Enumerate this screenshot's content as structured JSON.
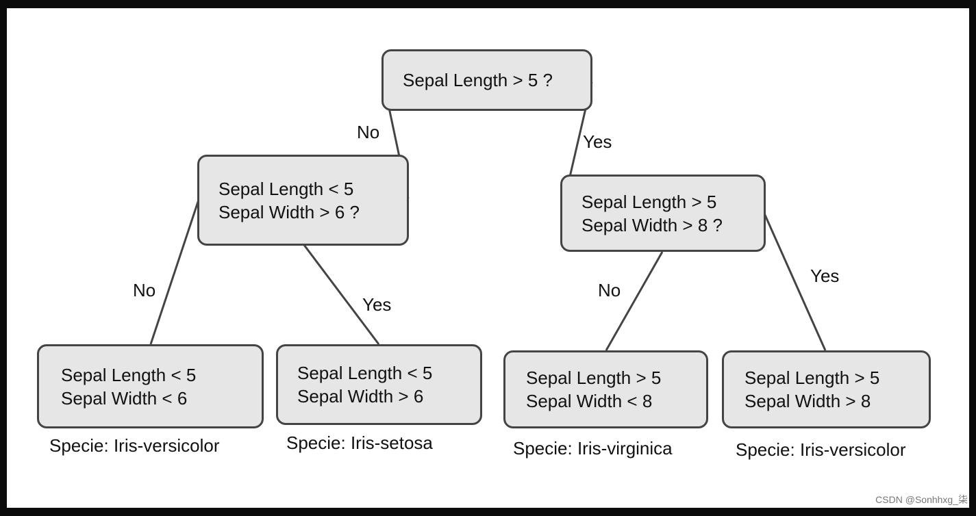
{
  "tree": {
    "root": {
      "lines": [
        "Sepal Length > 5 ?"
      ]
    },
    "left": {
      "lines": [
        "Sepal Length < 5",
        "Sepal Width > 6 ?"
      ]
    },
    "right": {
      "lines": [
        "Sepal Length > 5",
        "Sepal Width > 8 ?"
      ]
    },
    "leaves": [
      {
        "lines": [
          "Sepal Length < 5",
          "Sepal Width < 6"
        ],
        "species": "Specie: Iris-versicolor"
      },
      {
        "lines": [
          "Sepal Length < 5",
          "Sepal Width > 6"
        ],
        "species": "Specie: Iris-setosa"
      },
      {
        "lines": [
          "Sepal Length > 5",
          "Sepal Width < 8"
        ],
        "species": "Specie: Iris-virginica"
      },
      {
        "lines": [
          "Sepal Length > 5",
          "Sepal Width > 8"
        ],
        "species": "Specie: Iris-versicolor"
      }
    ],
    "edge_labels": {
      "root_no": "No",
      "root_yes": "Yes",
      "left_no": "No",
      "left_yes": "Yes",
      "right_no": "No",
      "right_yes": "Yes"
    }
  },
  "watermark": "CSDN @Sonhhxg_柒",
  "colors": {
    "node_fill": "#e6e6e6",
    "node_border": "#444444",
    "edge": "#444444",
    "frame": "#0b0b0b"
  }
}
